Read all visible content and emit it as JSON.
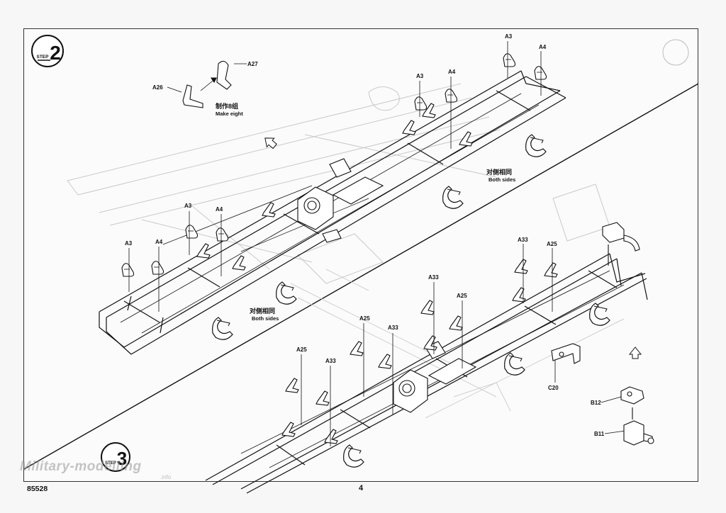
{
  "document": {
    "catalog_number": "85528",
    "page_number": "4"
  },
  "steps": [
    {
      "number": "2",
      "label": "STEP"
    },
    {
      "number": "3",
      "label": "STEP"
    }
  ],
  "notes": {
    "make_eight_zh": "制作8组",
    "make_eight_en": "Make eight",
    "both_sides_zh": "对侧相同",
    "both_sides_en": "Both sides"
  },
  "parts": {
    "a26": "A26",
    "a27": "A27",
    "a3": "A3",
    "a4": "A4",
    "a33": "A33",
    "a25": "A25",
    "c20": "C20",
    "b12": "B12",
    "b11": "B11"
  },
  "watermark": {
    "text": "Military-modelling",
    "sub": ".info"
  },
  "colors": {
    "ink": "#111111",
    "ghost": "#c4c4c4",
    "paper": "#fbfbfb"
  }
}
